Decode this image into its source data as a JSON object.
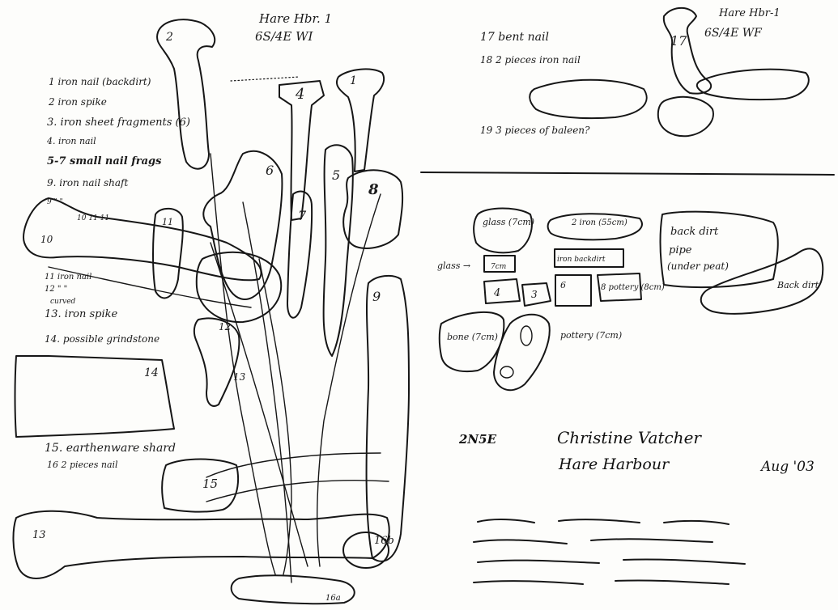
{
  "left_plan": {
    "header_line1": "Hare Hbr. 1",
    "header_line2": "6S/4E  WI",
    "legend": [
      "1  iron nail (backdirt)",
      "2  iron spike",
      "3. iron sheet fragments (6)",
      "4. iron nail",
      "5-7  small nail frags",
      "9.  iron nail shaft",
      "9    \"    \"",
      "10  11  11",
      "11  iron nail",
      "12  \"    \"",
      "curved",
      "13. iron spike",
      "14. possible grindstone",
      "15.  earthenware shard",
      "16  2 pieces nail"
    ],
    "object_labels": [
      "2",
      "4",
      "1",
      "6",
      "5",
      "8",
      "7",
      "9",
      "10",
      "11",
      "12",
      "13",
      "14",
      "15",
      "13",
      "16b",
      "16a"
    ]
  },
  "right_top": {
    "header_line1": "Hare Hbr-1",
    "header_line2": "6S/4E  WF",
    "legend": [
      "17  bent nail",
      "18  2 pieces iron nail",
      "19  3 pieces of baleen?"
    ],
    "object_labels": [
      "17"
    ]
  },
  "right_bottom": {
    "object_labels": [
      "glass (7cm)",
      "2 iron (55cm)",
      "back dirt",
      "pipe",
      "(under peat)",
      "Back dirt",
      "glass →",
      "7cm",
      "iron backdirt",
      "4",
      "3",
      "6",
      "8 pottery (8cm)",
      "bone (7cm)",
      "pottery (7cm)"
    ]
  },
  "signature": {
    "grid": "2N5E",
    "name": "Christine Vatcher",
    "site": "Hare Harbour",
    "date": "Aug '03"
  }
}
